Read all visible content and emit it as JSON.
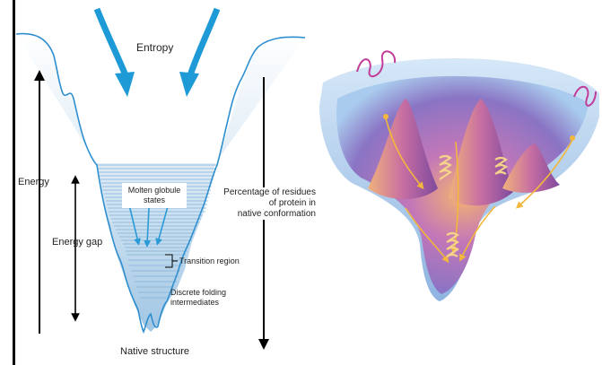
{
  "left_diagram": {
    "labels": {
      "entropy": "Entropy",
      "energy": "Energy",
      "energy_gap": "Energy gap",
      "molten_globule_line1": "Molten globule",
      "molten_globule_line2": "states",
      "transition_region": "Transition region",
      "discrete_line1": "Discrete folding",
      "discrete_line2": "intermediates",
      "native_structure": "Native structure",
      "percentage_line1": "Percentage of residues",
      "percentage_line2": "of protein in",
      "percentage_line3": "native conformation"
    },
    "colors": {
      "funnel_outline": "#2f8fcf",
      "funnel_fill": "#c9dfee",
      "band_lines": "#ffffff",
      "entropy_arrows": "#1e9bd7",
      "axis_arrows": "#000000"
    }
  },
  "right_illustration": {
    "colors": {
      "rim": "#9fc4ea",
      "basin_purple": "#9b5fb0",
      "peak_orange": "#e08a5a",
      "pathways": "#f2b73c",
      "helix": "#f5d48a"
    }
  }
}
